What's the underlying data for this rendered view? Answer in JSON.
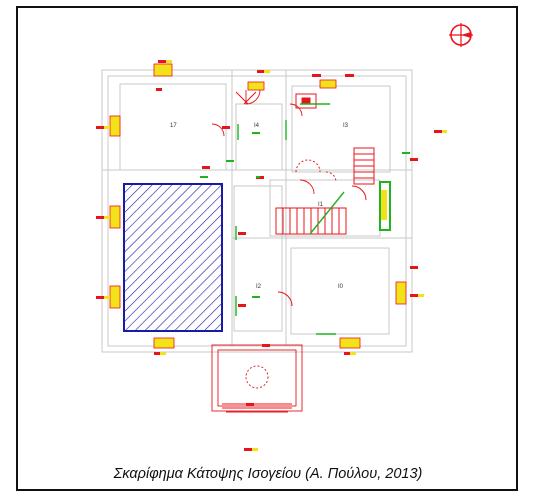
{
  "caption": "Σκαρίφημα Κάτοψης Ισογείου (Α. Πούλου, 2013)",
  "room_labels": [
    "17",
    "I4",
    "I3",
    "I1",
    "I2",
    "I0"
  ],
  "colors": {
    "frame": "#111111",
    "walls": "#c8c8c8",
    "hatch_room": "#1a1aa8",
    "annotations_red": "#e8141c",
    "annotations_green": "#1fb31f",
    "annotations_yellow": "#f2e21a",
    "north_arrow": "#e8141c"
  },
  "icons": [
    "north-arrow-icon"
  ]
}
